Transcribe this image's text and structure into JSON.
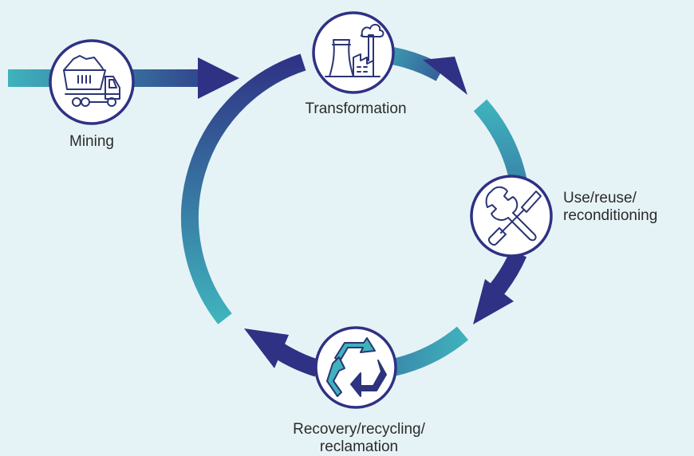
{
  "colors": {
    "background": "#e6f3f6",
    "teal": "#3fb3bd",
    "navy": "#2f3184",
    "icon_stroke": "#2b3575",
    "circle_border": "#2f3184",
    "text": "#2b2b2b"
  },
  "stages": [
    {
      "id": "mining",
      "icon": "dump-truck-icon",
      "label": "Mining"
    },
    {
      "id": "transformation",
      "icon": "factory-icon",
      "label": "Transformation"
    },
    {
      "id": "use",
      "icon": "wrench-screwdriver-icon",
      "label_line1": "Use/reuse/",
      "label_line2": "reconditioning"
    },
    {
      "id": "recovery",
      "icon": "recycle-icon",
      "label_line1": "Recovery/recycling/",
      "label_line2": "reclamation"
    }
  ]
}
